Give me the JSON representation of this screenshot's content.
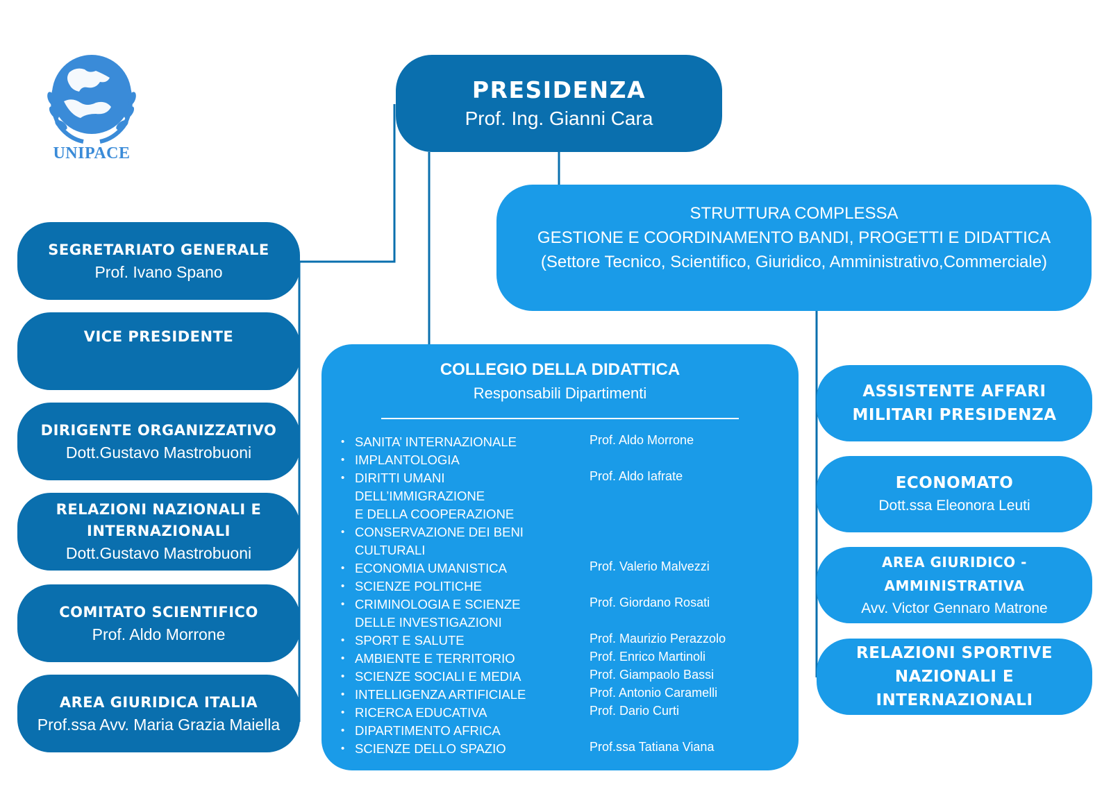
{
  "colors": {
    "dark_box": "#0a6fae",
    "light_box": "#1a9be8",
    "connector": "#0a6fae",
    "logo": "#3a8bd8",
    "text": "#ffffff"
  },
  "logo": {
    "text": "UNIPACE",
    "icon": "globe-with-laurel-icon"
  },
  "presidenza": {
    "title": "PRESIDENZA",
    "name": "Prof. Ing. Gianni Cara"
  },
  "struttura": {
    "line1": "STRUTTURA COMPLESSA",
    "line2": "GESTIONE E COORDINAMENTO BANDI, PROGETTI E DIDATTICA",
    "line3": "(Settore Tecnico, Scientifico, Giuridico, Amministrativo,Commerciale)"
  },
  "left_boxes": [
    {
      "title": "SEGRETARIATO GENERALE",
      "name": "Prof. Ivano Spano"
    },
    {
      "title": "VICE PRESIDENTE",
      "name": ""
    },
    {
      "title": "DIRIGENTE ORGANIZZATIVO",
      "name": "Dott.Gustavo Mastrobuoni"
    },
    {
      "title": "RELAZIONI NAZIONALI E INTERNAZIONALI",
      "name": "Dott.Gustavo Mastrobuoni"
    },
    {
      "title": "COMITATO SCIENTIFICO",
      "name": "Prof. Aldo Morrone"
    },
    {
      "title": "AREA GIURIDICA ITALIA",
      "name": "Prof.ssa Avv. Maria Grazia Maiella"
    }
  ],
  "collegio": {
    "title": "COLLEGIO DELLA DIDATTICA",
    "subtitle": "Responsabili Dipartimenti",
    "departments": [
      {
        "name": "SANITA’ INTERNAZIONALE",
        "head": "Prof. Aldo Morrone"
      },
      {
        "name": "IMPLANTOLOGIA",
        "head": ""
      },
      {
        "name": "DIRITTI UMANI\nDELL’IMMIGRAZIONE\nE DELLA COOPERAZIONE",
        "head": "Prof. Aldo Iafrate"
      },
      {
        "name": "CONSERVAZIONE DEI BENI\nCULTURALI",
        "head": ""
      },
      {
        "name": "ECONOMIA UMANISTICA",
        "head": "Prof. Valerio Malvezzi"
      },
      {
        "name": "SCIENZE POLITICHE",
        "head": ""
      },
      {
        "name": "CRIMINOLOGIA E SCIENZE\nDELLE INVESTIGAZIONI",
        "head": "Prof. Giordano Rosati"
      },
      {
        "name": "SPORT E SALUTE",
        "head": "Prof. Maurizio Perazzolo"
      },
      {
        "name": "AMBIENTE E TERRITORIO",
        "head": "Prof. Enrico Martinoli"
      },
      {
        "name": "SCIENZE SOCIALI E MEDIA",
        "head": "Prof. Giampaolo Bassi"
      },
      {
        "name": "INTELLIGENZA ARTIFICIALE",
        "head": "Prof. Antonio Caramelli"
      },
      {
        "name": "RICERCA EDUCATIVA",
        "head": "Prof. Dario Curti"
      },
      {
        "name": "DIPARTIMENTO AFRICA",
        "head": ""
      },
      {
        "name": "SCIENZE DELLO SPAZIO",
        "head": "Prof.ssa Tatiana Viana"
      }
    ]
  },
  "right_boxes": [
    {
      "title": "ASSISTENTE AFFARI MILITARI PRESIDENZA",
      "name": ""
    },
    {
      "title": "ECONOMATO",
      "name": "Dott.ssa Eleonora Leuti"
    },
    {
      "title": "AREA GIURIDICO - AMMINISTRATIVA",
      "name": "Avv. Victor Gennaro Matrone"
    },
    {
      "title": "RELAZIONI SPORTIVE NAZIONALI E INTERNAZIONALI",
      "name": ""
    }
  ]
}
